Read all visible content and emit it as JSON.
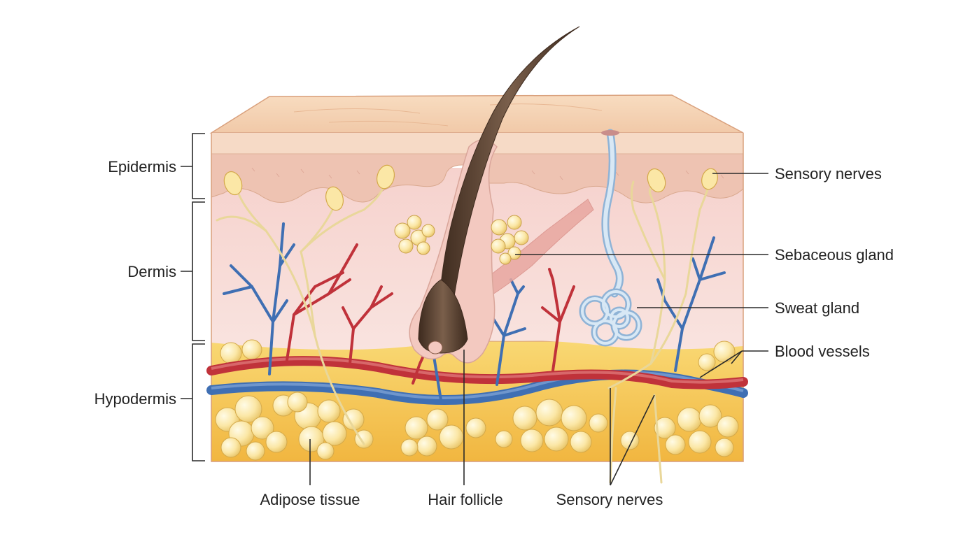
{
  "labels": {
    "epidermis": "Epidermis",
    "dermis": "Dermis",
    "hypodermis": "Hypodermis",
    "sensory_nerves_top": "Sensory nerves",
    "sebaceous_gland": "Sebaceous gland",
    "sweat_gland": "Sweat gland",
    "blood_vessels": "Blood vessels",
    "adipose_tissue": "Adipose tissue",
    "hair_follicle": "Hair follicle",
    "sensory_nerves_bottom": "Sensory nerves"
  },
  "colors": {
    "skin_top": "#f5d4b7",
    "epidermis": "#f1cdb8",
    "dermis": "#f7dcd8",
    "hypodermis": "#f6c24e",
    "fat_cell": "#fbe7a6",
    "artery": "#c0323a",
    "vein": "#3f6fb3",
    "nerve": "#e9d79a",
    "hair": "#5a4332",
    "sweat": "#bcd6ec",
    "muscle": "#e8a7a0"
  }
}
